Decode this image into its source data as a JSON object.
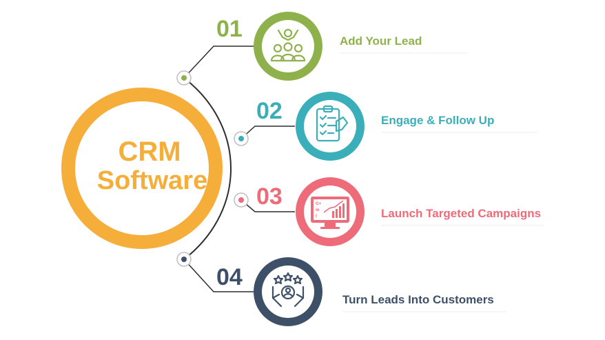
{
  "center": {
    "line1": "CRM",
    "line2": "Software",
    "color": "#F6AE3B"
  },
  "steps": [
    {
      "number": "01",
      "label": "Add Your Lead",
      "color": "#8FB14C",
      "icon": "people-group-icon"
    },
    {
      "number": "02",
      "label": "Engage & Follow Up",
      "color": "#3AAFB9",
      "icon": "checklist-clipboard-icon"
    },
    {
      "number": "03",
      "label": "Launch Targeted Campaigns",
      "color": "#EE6B7A",
      "icon": "social-monitor-chart-icon"
    },
    {
      "number": "04",
      "label": "Turn Leads Into Customers",
      "color": "#3E5068",
      "icon": "hands-user-stars-icon"
    }
  ]
}
